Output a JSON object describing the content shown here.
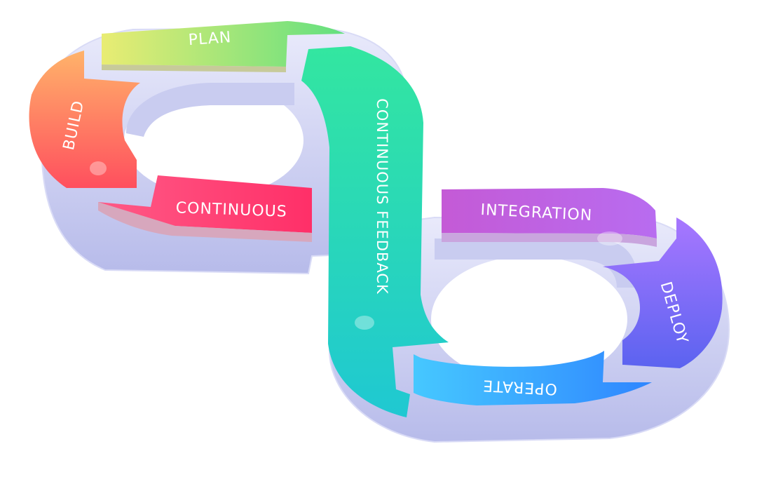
{
  "diagram": {
    "segments": [
      {
        "id": "plan",
        "label": "PLAN",
        "color_start": "#e9ec73",
        "color_end": "#62e07f"
      },
      {
        "id": "build",
        "label": "BUILD",
        "color_start": "#ffb36a",
        "color_end": "#ff4f5e"
      },
      {
        "id": "continuous",
        "label": "CONTINUOUS",
        "color_start": "#ff5a86",
        "color_end": "#ff2f68"
      },
      {
        "id": "continuous-feedback",
        "label": "CONTINUOUS FEEDBACK",
        "color_start": "#33e6a0",
        "color_end": "#1fc8d2"
      },
      {
        "id": "integration",
        "label": "INTEGRATION",
        "color_start": "#c45ad6",
        "color_end": "#b86cf0"
      },
      {
        "id": "deploy",
        "label": "DEPLOY",
        "color_start": "#a877ff",
        "color_end": "#5b63f0"
      },
      {
        "id": "operate",
        "label": "OPERATE",
        "color_start": "#46c8ff",
        "color_end": "#2f86ff"
      }
    ],
    "base_color": "#cfd1f2",
    "base_shadow": "#aeb2e6"
  }
}
